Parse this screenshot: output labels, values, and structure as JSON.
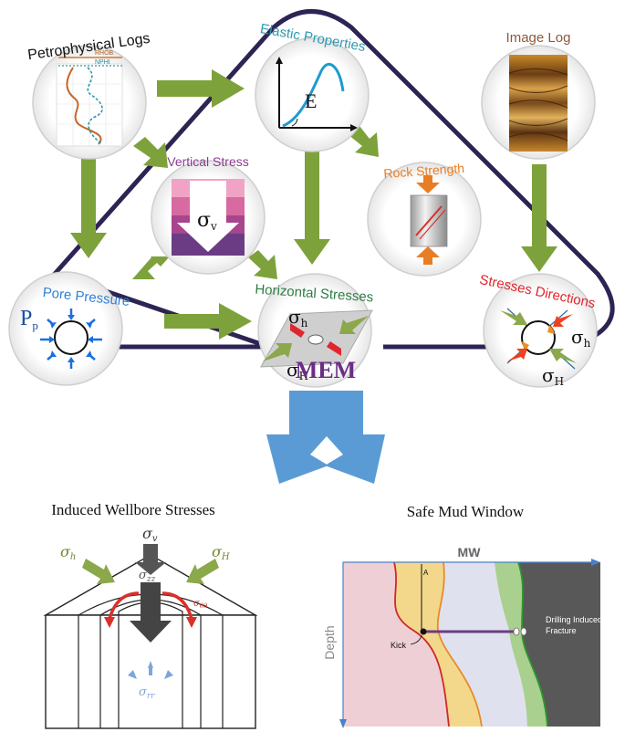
{
  "nodes": {
    "petrophysical_logs": {
      "label": "Petrophysical Logs",
      "rhob": "RHOB",
      "nphi": "NPHI"
    },
    "elastic_properties": {
      "label": "Elastic Properties",
      "modulus": "E"
    },
    "image_log": {
      "label": "Image Log"
    },
    "vertical_stress": {
      "label": "Vertical Stress",
      "symbol": "σ",
      "sub": "v"
    },
    "rock_strength": {
      "label": "Rock Strength"
    },
    "pore_pressure": {
      "label": "Pore Pressure",
      "symbol": "P",
      "sub": "p"
    },
    "horizontal_stresses": {
      "label": "Horizontal Stresses",
      "sym_h": "σ",
      "sub_h": "h",
      "sym_H": "σ",
      "sub_H": "H"
    },
    "stresses_directions": {
      "label": "Stresses Directions",
      "sym_h": "σ",
      "sub_h": "h",
      "sym_H": "σ",
      "sub_H": "H"
    }
  },
  "mem": {
    "label": "MEM"
  },
  "induced": {
    "title": "Induced Wellbore Stresses",
    "sigma_v": "σ",
    "sub_v": "v",
    "sigma_h": "σ",
    "sub_h": "h",
    "sigma_H": "σ",
    "sub_H": "H",
    "sigma_zz": "σ",
    "sub_zz": "zz",
    "sigma_rr": "σ",
    "sub_rr": "rr",
    "sigma_theta": "σ",
    "sub_theta": "θθ"
  },
  "mud": {
    "title": "Safe Mud Window",
    "xaxis": "MW",
    "yaxis": "Depth",
    "line_label": "A",
    "kick": "Kick",
    "fracture_line1": "Drilling Induced",
    "fracture_line2": "Fracture"
  },
  "colors": {
    "arrow_green": "#7da23b",
    "triangle": "#2e2454",
    "mem_blue": "#5b9bd5",
    "mem_text": "#6b2d86",
    "elastic_label": "#2e9ab3",
    "vertical_label": "#8a3a91",
    "rock_label": "#e97d24",
    "pore_label": "#2f7fd6",
    "horizontal_label": "#2f7d45",
    "directions_label": "#e0262c",
    "image_label": "#8a5a3c"
  }
}
